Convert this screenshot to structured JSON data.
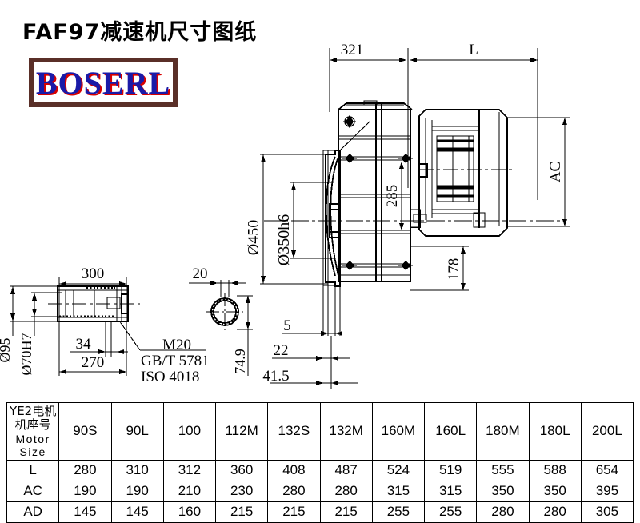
{
  "title": "FAF97减速机尺寸图纸",
  "logo": {
    "text": "BOSERL",
    "text_color": "#1a1aa8",
    "shadow_color": "#d80000",
    "border_color": "#5a2f28"
  },
  "drawing": {
    "name": "faf97-gearbox-dimension-drawing",
    "dimensions": {
      "top_left": "321",
      "top_right": "L",
      "motor_height": "AC",
      "housing_height": "285",
      "base_height": "178",
      "flange_outer": "Ø450",
      "flange_pilot": "Ø350h6",
      "offset_5": "5",
      "offset_22": "22",
      "offset_41_5": "41.5",
      "shaft_length": "300",
      "shaft_length_inner": "270",
      "shaft_key": "34",
      "shaft_outer_dia": "Ø95",
      "shaft_bore_dia": "Ø70H7",
      "detail_width": "20",
      "detail_height": "74.9"
    },
    "annotations": {
      "bolt_spec": "M20",
      "standard_gb": "GB/T 5781",
      "standard_iso": "ISO 4018"
    }
  },
  "table": {
    "header_label_cn": "YE2电机机座号",
    "header_label_en": "Motor Size",
    "columns": [
      "90S",
      "90L",
      "100",
      "112M",
      "132S",
      "132M",
      "160M",
      "160L",
      "180M",
      "180L",
      "200L"
    ],
    "rows": [
      {
        "label": "L",
        "values": [
          "280",
          "310",
          "312",
          "360",
          "408",
          "487",
          "524",
          "519",
          "555",
          "588",
          "654"
        ]
      },
      {
        "label": "AC",
        "values": [
          "190",
          "190",
          "210",
          "230",
          "280",
          "280",
          "315",
          "315",
          "350",
          "350",
          "395"
        ]
      },
      {
        "label": "AD",
        "values": [
          "145",
          "145",
          "160",
          "215",
          "215",
          "215",
          "255",
          "255",
          "280",
          "280",
          "305"
        ]
      }
    ]
  }
}
